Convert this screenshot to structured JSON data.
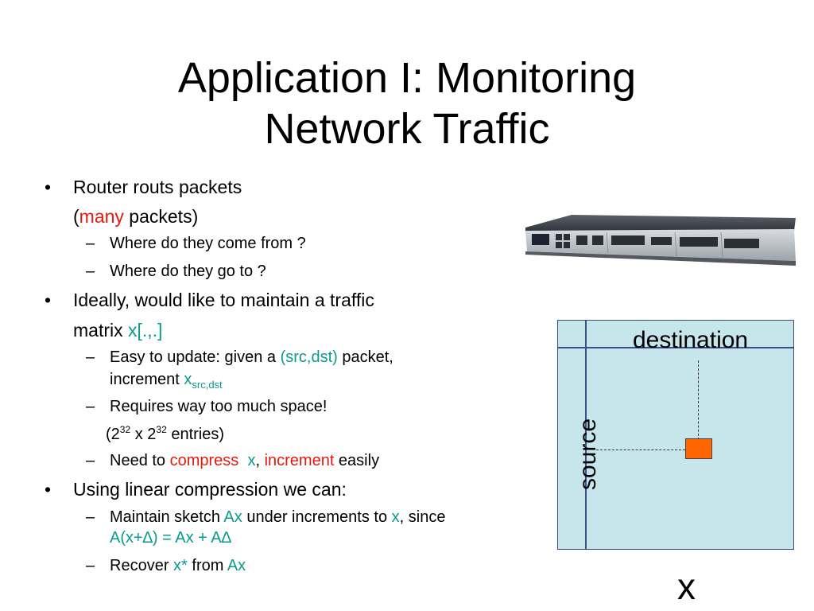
{
  "title": {
    "line1": "Application I: Monitoring",
    "line2": "Network Traffic"
  },
  "bullets": {
    "b1_a": "Router routs packets",
    "b1_b_open": "(",
    "b1_b_many": "many",
    "b1_b_rest": " packets)",
    "s1": "Where do they come from ?",
    "s2": "Where do they go to ?",
    "b2_a": "Ideally, would like to maintain a traffic",
    "b2_b": "matrix ",
    "b2_b_x": "x[.,.]",
    "s3_a": "Easy to update: given a ",
    "s3_srcdst": "(src,dst)",
    "s3_b": " packet,",
    "s3_c": "increment ",
    "s3_x": "x",
    "s3_sub": "src,dst",
    "s4": "Requires way too much space!",
    "s4b_a": "(2",
    "s4b_sup1": "32",
    "s4b_b": " x 2",
    "s4b_sup2": "32",
    "s4b_c": " entries)",
    "s5_a": "Need to ",
    "s5_compress": "compress",
    "s5_x": "x",
    "s5_comma": ", ",
    "s5_increment": "increment",
    "s5_b": " easily",
    "b3": "Using linear compression we can:",
    "s6_a": "Maintain sketch ",
    "s6_Ax": "Ax",
    "s6_b": " under increments to ",
    "s6_x": "x",
    "s6_c": ", since",
    "s6_eq": "A(x+∆) = Ax + A∆",
    "s7_a": "Recover ",
    "s7_xstar": "x*",
    "s7_b": " from ",
    "s7_Ax": "Ax",
    "bullet_char": "•",
    "dash_char": "–"
  },
  "figure": {
    "destination": "destination",
    "source": "source",
    "x": "x"
  },
  "colors": {
    "red": "#e8180c",
    "teal": "#0a9a8e",
    "cell": "#ff6600",
    "matrix_bg": "#c6e6ec"
  }
}
